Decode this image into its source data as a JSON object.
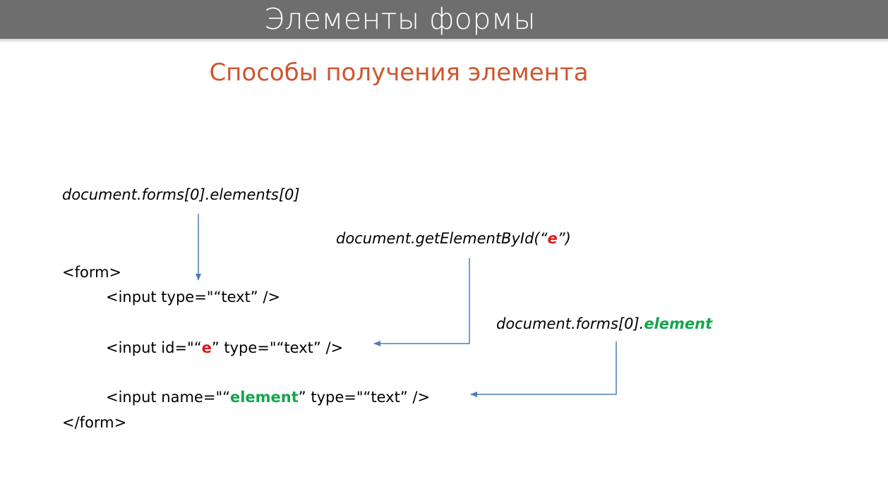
{
  "header": {
    "title": "Элементы формы",
    "subtitle": "Способы получения элемента"
  },
  "accessors": {
    "by_index": "document.forms[0].elements[0]",
    "by_id_prefix": "document.getElementById(“",
    "by_id_key": "e",
    "by_id_suffix": "”)",
    "by_name_prefix": "document.forms[0].",
    "by_name_key": "element"
  },
  "form_code": {
    "open_tag": "<form>",
    "input_text": "<input type=\"“text” />",
    "input_id_prefix": "<input id=\"“",
    "input_id_value": "e",
    "input_id_suffix": "” type=\"“text” />",
    "input_name_prefix": "<input name=\"“",
    "input_name_value": "element",
    "input_name_suffix": "” type=\"“text” />",
    "close_tag": "</form>"
  },
  "colors": {
    "header_bar": "#6e6e6e",
    "subtitle": "#d0552f",
    "highlight_id": "#e0191b",
    "highlight_name": "#12a64c",
    "arrow": "#4a7ebb"
  }
}
